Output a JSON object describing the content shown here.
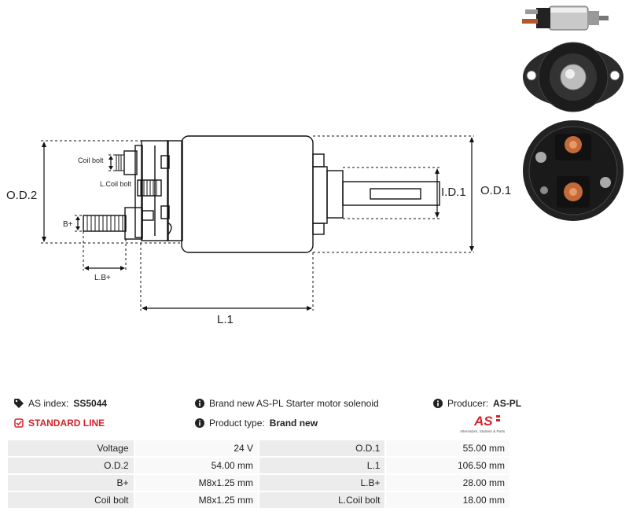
{
  "drawing": {
    "labels": {
      "od2": "O.D.2",
      "od1": "O.D.1",
      "id1": "I.D.1",
      "l1": "L.1",
      "lb_plus": "L.B+",
      "b_plus": "B+",
      "coil_bolt": "Coil bolt",
      "l_coil_bolt": "L.Coil bolt"
    }
  },
  "photos": {
    "side": "solenoid-side-photo",
    "front": "solenoid-front-photo",
    "rear": "solenoid-rear-photo"
  },
  "info": {
    "as_index_label": "AS index:",
    "as_index_value": "SS5044",
    "standard_line": "STANDARD LINE",
    "description": "Brand new AS-PL Starter motor solenoid",
    "product_type_label": "Product type:",
    "product_type_value": "Brand new",
    "producer_label": "Producer:",
    "producer_value": "AS-PL",
    "logo_text": "AS",
    "logo_tagline": "Alternators, Starters & Parts",
    "accent_color": "#d3232a",
    "icons": {
      "as_index": "tag-icon",
      "standard_line": "check-square-icon",
      "description": "info-icon",
      "product_type": "info-icon",
      "producer": "info-icon"
    }
  },
  "specs": [
    {
      "label1": "Voltage",
      "value1": "24 V",
      "label2": "O.D.1",
      "value2": "55.00 mm"
    },
    {
      "label1": "O.D.2",
      "value1": "54.00 mm",
      "label2": "L.1",
      "value2": "106.50 mm"
    },
    {
      "label1": "B+",
      "value1": "M8x1.25 mm",
      "label2": "L.B+",
      "value2": "28.00 mm"
    },
    {
      "label1": "Coil bolt",
      "value1": "M8x1.25 mm",
      "label2": "L.Coil bolt",
      "value2": "18.00 mm"
    }
  ]
}
